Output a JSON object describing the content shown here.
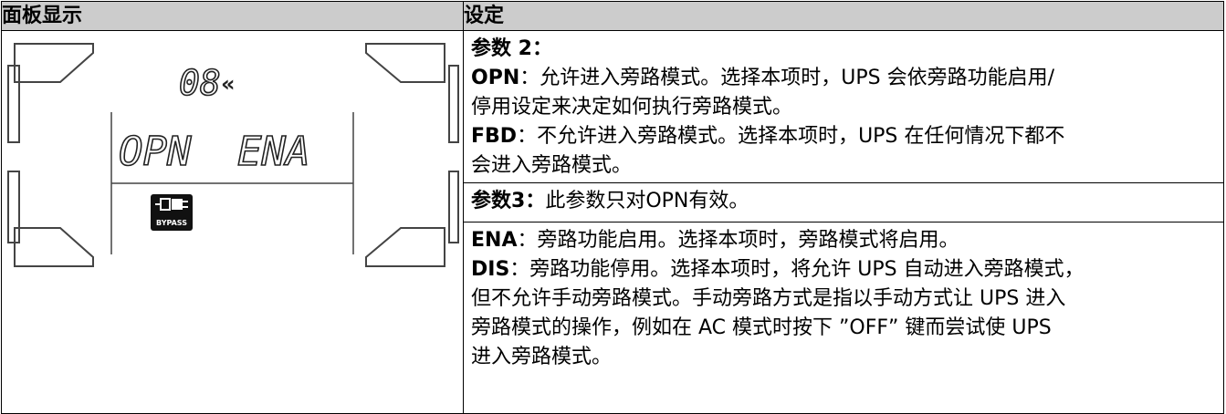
{
  "table": {
    "col1_header": "面板显示",
    "col2_header": "设定"
  },
  "lcd": {
    "top_value": "08",
    "top_arrow": "«",
    "line_left": "OPN",
    "line_right": "ENA",
    "bypass_label": "BYPASS"
  },
  "param2": {
    "heading": "参数 2：",
    "opn_key": "OPN",
    "opn_text_1": "：允许进入旁路模式。选择本项时，UPS 会依旁路功能启用/",
    "opn_text_2": "停用设定来决定如何执行旁路模式。",
    "fbd_key": "FBD",
    "fbd_text_1": "：不允许进入旁路模式。选择本项时，UPS 在任何情况下都不",
    "fbd_text_2": "会进入旁路模式。"
  },
  "param3": {
    "heading": "参数3：",
    "note": "此参数只对OPN有效。"
  },
  "ena_dis": {
    "ena_key": "ENA",
    "ena_text": "：旁路功能启用。选择本项时，旁路模式将启用。",
    "dis_key": "DIS",
    "dis_text_1": "：旁路功能停用。选择本项时，将允许 UPS 自动进入旁路模式，",
    "dis_text_2": "但不允许手动旁路模式。手动旁路方式是指以手动方式让 UPS 进入",
    "dis_text_3": "旁路模式的操作，例如在 AC 模式时按下 ”OFF” 键而尝试使 UPS",
    "dis_text_4": "进入旁路模式。"
  }
}
